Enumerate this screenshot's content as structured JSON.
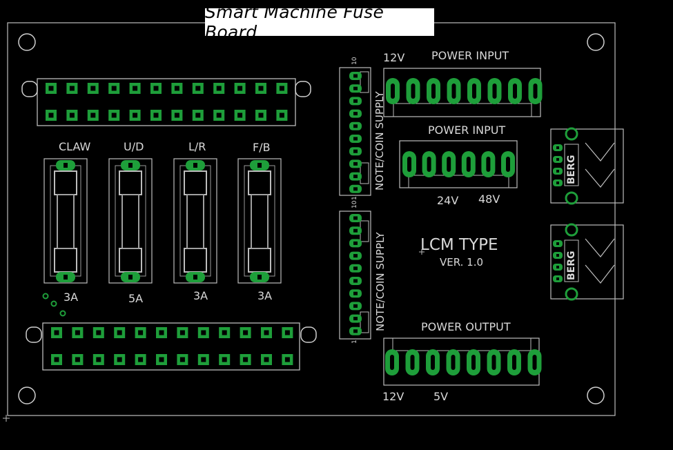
{
  "title": "Smart Machine Fuse Board",
  "fuses": [
    {
      "name": "CLAW",
      "rating": "3A"
    },
    {
      "name": "U/D",
      "rating": "5A"
    },
    {
      "name": "L/R",
      "rating": "3A"
    },
    {
      "name": "F/B",
      "rating": "3A"
    }
  ],
  "labels": {
    "power_input_top": "POWER INPUT",
    "power_input_mid": "POWER INPUT",
    "power_output": "POWER OUTPUT",
    "v12_top": "12V",
    "v24": "24V",
    "v48": "48V",
    "v12_bottom": "12V",
    "v5": "5V",
    "note_coin_supply_1": "NOTE/COIN SUPPLY",
    "note_coin_supply_2": "NOTE/COIN SUPPLY",
    "pin_10_a": "10",
    "pin_1_a": "1",
    "pin_10_b": "10",
    "pin_1_b": "1",
    "lcm_type": "LCM TYPE",
    "version": "VER. 1.0",
    "berg": "BERG"
  },
  "colors": {
    "pad_green": "#1e9e3a",
    "silkscreen": "#cccccc",
    "background": "#000000"
  }
}
